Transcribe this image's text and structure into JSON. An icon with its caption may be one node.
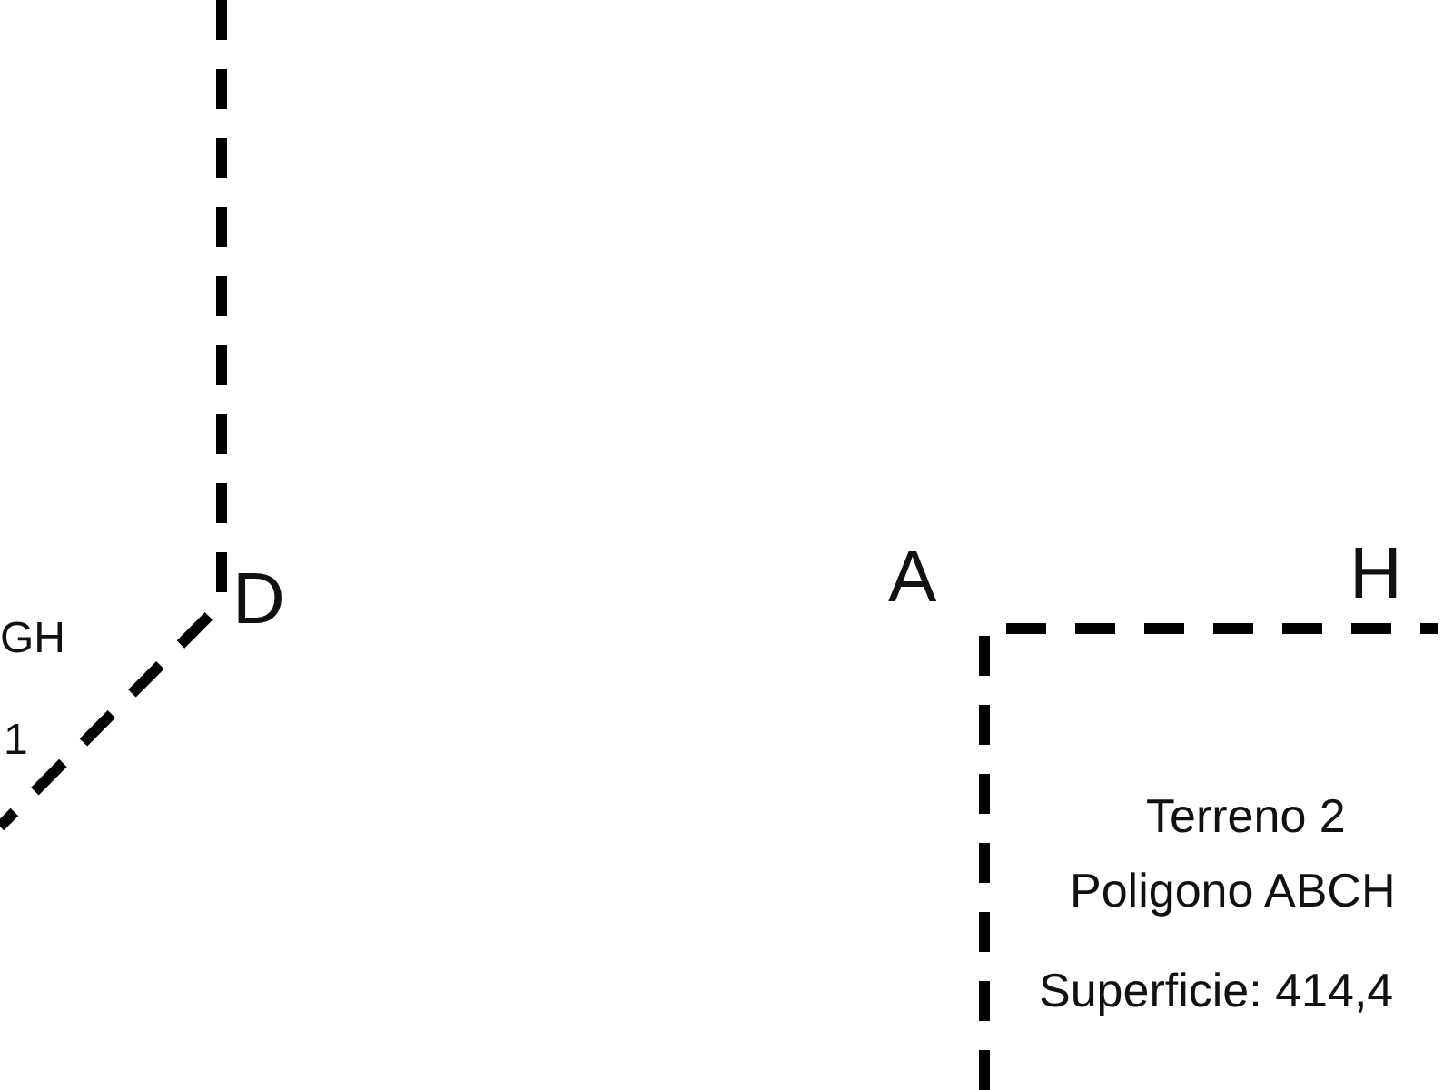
{
  "diagram": {
    "labels": [
      "GH",
      "1",
      "D",
      "A",
      "H",
      "Terreno 2",
      "Poligono ABCH",
      "Superficie: 414,4"
    ]
  }
}
